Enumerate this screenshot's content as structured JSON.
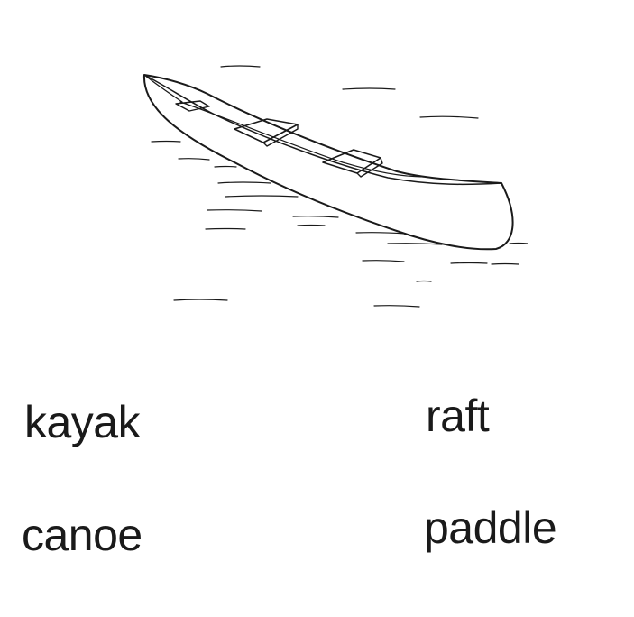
{
  "illustration": {
    "subject": "canoe-on-water"
  },
  "words": [
    {
      "id": "kayak",
      "label": "kayak"
    },
    {
      "id": "raft",
      "label": "raft"
    },
    {
      "id": "canoe",
      "label": "canoe"
    },
    {
      "id": "paddle",
      "label": "paddle"
    }
  ]
}
